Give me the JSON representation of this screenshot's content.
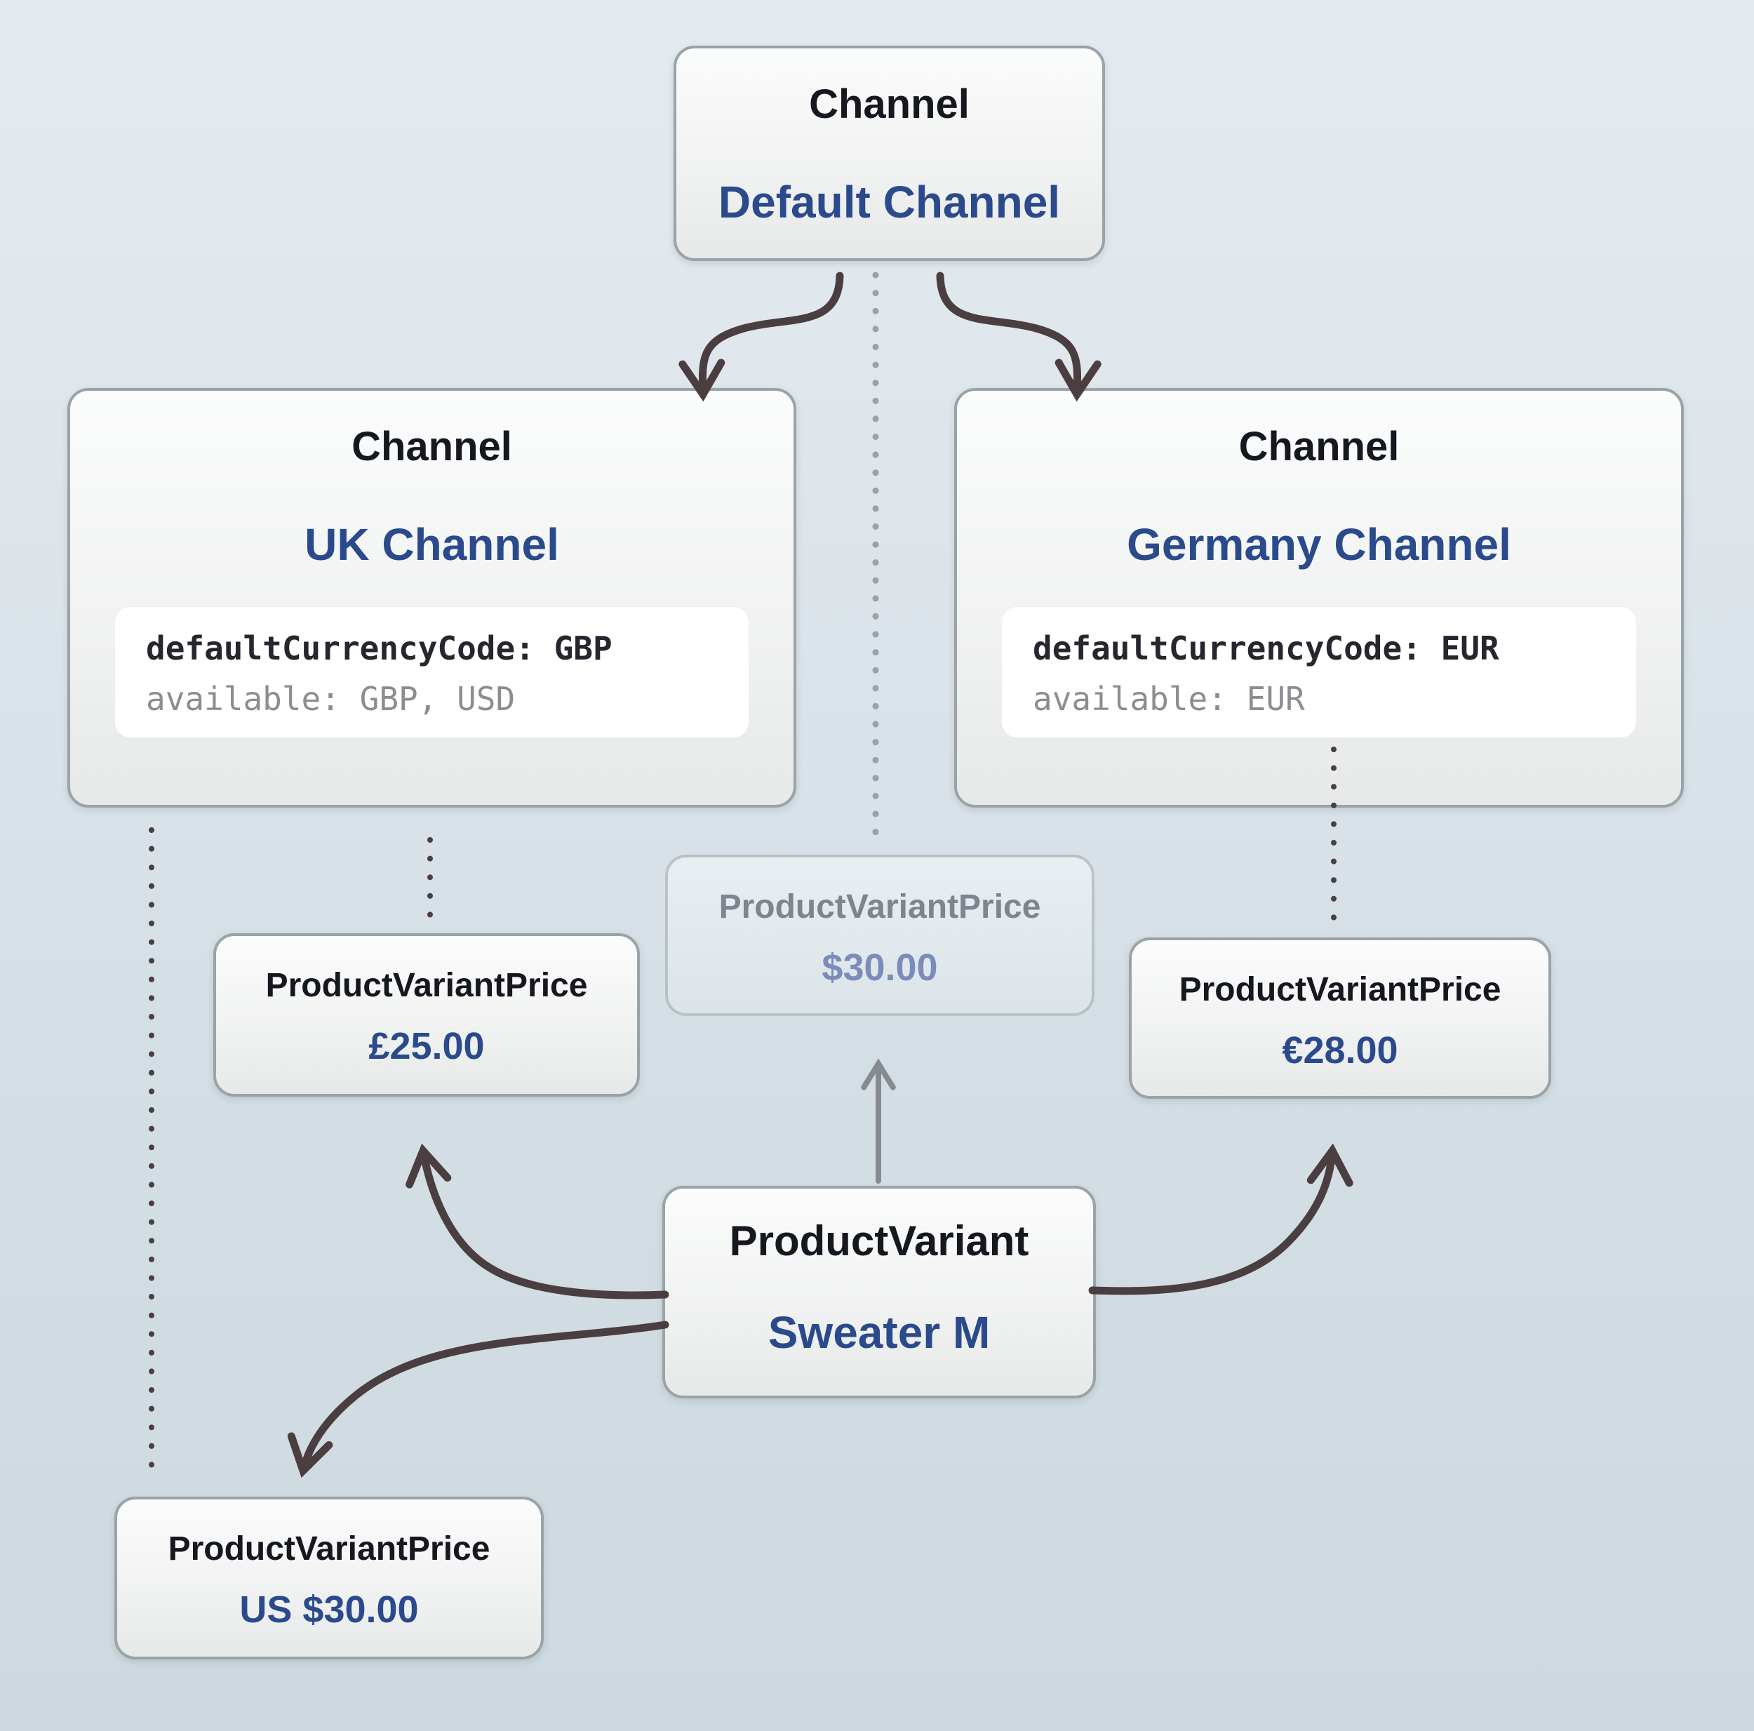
{
  "diagram": {
    "nodes": {
      "default_channel": {
        "type_label": "Channel",
        "name": "Default Channel"
      },
      "uk_channel": {
        "type_label": "Channel",
        "name": "UK Channel",
        "code": {
          "line1": "defaultCurrencyCode: GBP",
          "line2": "available: GBP, USD"
        }
      },
      "germany_channel": {
        "type_label": "Channel",
        "name": "Germany Channel",
        "code": {
          "line1": "defaultCurrencyCode: EUR",
          "line2": "available: EUR"
        }
      },
      "default_price": {
        "type_label": "ProductVariantPrice",
        "value": "$30.00"
      },
      "uk_price": {
        "type_label": "ProductVariantPrice",
        "value": "£25.00"
      },
      "germany_price": {
        "type_label": "ProductVariantPrice",
        "value": "€28.00"
      },
      "us_price": {
        "type_label": "ProductVariantPrice",
        "value": "US $30.00"
      },
      "product_variant": {
        "type_label": "ProductVariant",
        "name": "Sweater M"
      }
    },
    "colors": {
      "background_top": "#e4ebf0",
      "background_bottom": "#cdd8df",
      "node_border": "#99a3a8",
      "type_label_text": "#17171f",
      "name_text": "#2a4a8c",
      "code_text": "#26262e",
      "code_muted_text": "#8c8c91",
      "dark_arrow": "#4a3e40",
      "gray_dotted": "#9aa2a8",
      "gray_arrow": "#878b90",
      "faded_type_text": "#7d858e",
      "faded_value_text": "#7b8cba"
    }
  }
}
